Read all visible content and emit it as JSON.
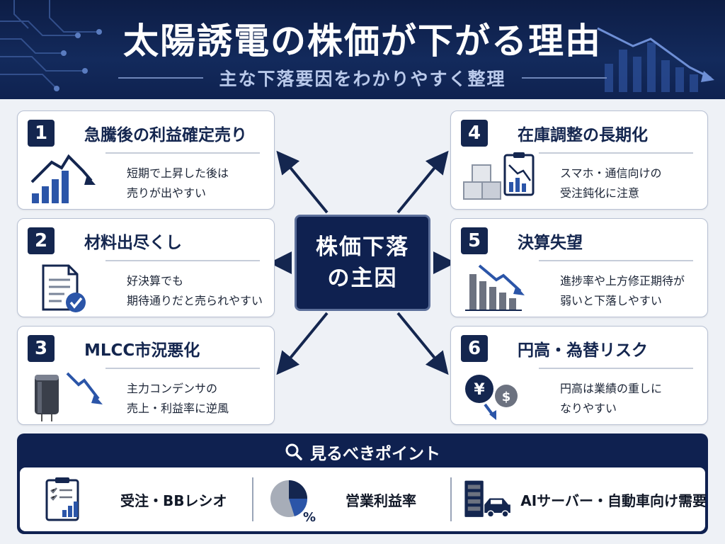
{
  "header": {
    "title": "太陽誘電の株価が下がる理由",
    "subtitle": "主な下落要因をわかりやすく整理"
  },
  "center": {
    "line1": "株価下落",
    "line2": "の主因"
  },
  "cards": [
    {
      "number": "1",
      "title": "急騰後の利益確定売り",
      "desc": [
        "短期で上昇した後は",
        "売りが出やすい"
      ],
      "icon": "rising-bars-falling-arrow-icon"
    },
    {
      "number": "2",
      "title": "材料出尽くし",
      "desc": [
        "好決算でも",
        "期待通りだと売られやすい"
      ],
      "icon": "document-check-icon"
    },
    {
      "number": "3",
      "title": "MLCC市況悪化",
      "desc": [
        "主力コンデンサの",
        "売上・利益率に逆風"
      ],
      "icon": "capacitor-icon"
    },
    {
      "number": "4",
      "title": "在庫調整の長期化",
      "desc": [
        "スマホ・通信向けの",
        "受注鈍化に注意"
      ],
      "icon": "boxes-clipboard-icon"
    },
    {
      "number": "5",
      "title": "決算失望",
      "desc": [
        "進捗率や上方修正期待が",
        "弱いと下落しやすい"
      ],
      "icon": "falling-bars-icon"
    },
    {
      "number": "6",
      "title": "円高・為替リスク",
      "desc": [
        "円高は業績の重しに",
        "なりやすい"
      ],
      "icon": "yen-dollar-icon"
    }
  ],
  "points": {
    "heading": "見るべきポイント",
    "items": [
      {
        "label": "受注・BBレシオ",
        "icon": "clipboard-chart-icon"
      },
      {
        "label": "営業利益率",
        "icon": "pie-percent-icon",
        "icon_text": "%"
      },
      {
        "label": "AIサーバー・自動車向け需要",
        "icon": "server-car-icon"
      }
    ]
  },
  "colors": {
    "navy": "#0f2150",
    "accent_blue": "#2b55a8",
    "card_border": "#b8c1d3"
  }
}
